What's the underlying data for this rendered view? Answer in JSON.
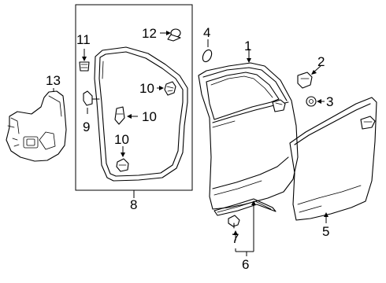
{
  "callouts": {
    "c1": "1",
    "c2": "2",
    "c3": "3",
    "c4": "4",
    "c5": "5",
    "c6": "6",
    "c7": "7",
    "c8": "8",
    "c9": "9",
    "c10a": "10",
    "c10b": "10",
    "c10c": "10",
    "c11": "11",
    "c12": "12",
    "c13": "13"
  }
}
